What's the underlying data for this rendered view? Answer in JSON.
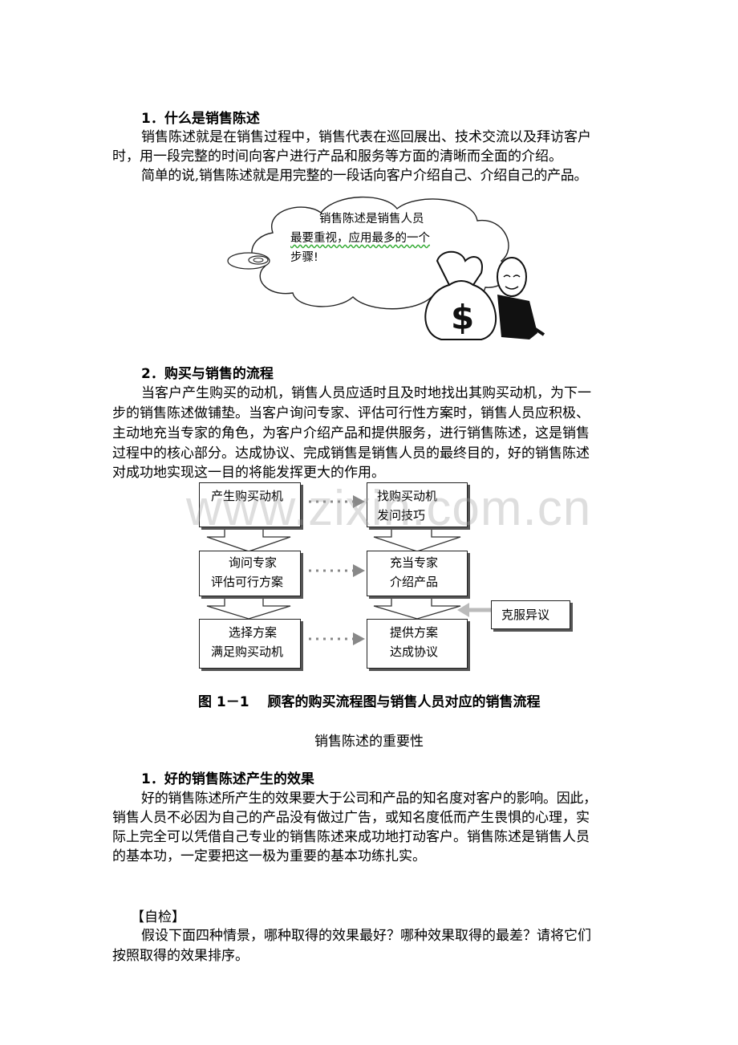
{
  "section1": {
    "heading": "1．什么是销售陈述",
    "para1_lines": [
      "销售陈述就是在销售过程中，销售代表在巡回展出、技术交流以及拜访客户",
      "时，用一段完整的时间向客户进行产品和服务等方面的清晰而全面的介绍。"
    ],
    "para2": "简单的说,销售陈述就是用完整的一段话向客户介绍自己、介绍自己的产品。",
    "cloud_lines": [
      "销售陈述是销售人员",
      "最要重视，应用最多的一个",
      "步骤!"
    ]
  },
  "section2": {
    "heading": "2．购买与销售的流程",
    "para_lines": [
      "当客户产生购买的动机，销售人员应适时且及时地找出其购买动机，为下一",
      "步的销售陈述做铺垫。当客户询问专家、评估可行性方案时，销售人员应积极、",
      "主动地充当专家的角色，为客户介绍产品和提供服务，进行销售陈述，这是销售",
      "过程中的核心部分。达成协议、完成销售是销售人员的最终目的，好的销售陈述",
      "对成功地实现这一目的将能发挥更大的作用。"
    ]
  },
  "flowchart": {
    "left": [
      [
        "产生购买动机"
      ],
      [
        "询问专家",
        "评估可行方案"
      ],
      [
        "选择方案",
        "满足购买动机"
      ]
    ],
    "right": [
      [
        "找购买动机",
        "发问技巧"
      ],
      [
        "充当专家",
        "介绍产品"
      ],
      [
        "提供方案",
        "达成协议"
      ]
    ],
    "side": "克服异议",
    "watermark": "www.zixin.com.cn"
  },
  "caption": "图 1－1　 顾客的购买流程图与销售人员对应的销售流程",
  "subtitle": "销售陈述的重要性",
  "section3": {
    "heading": "1．好的销售陈述产生的效果",
    "para_lines": [
      "好的销售陈述所产生的效果要大于公司和产品的知名度对客户的影响。因此，",
      "销售人员不必因为自己的产品没有做过广告，或知名度低而产生畏惧的心理，实",
      "际上完全可以凭借自己专业的销售陈述来成功地打动客户。销售陈述是销售人员",
      "的基本功，一定要把这一极为重要的基本功练扎实。"
    ]
  },
  "selfcheck": {
    "heading": "【自检】",
    "para_lines": [
      "假设下面四种情景，哪种取得的效果最好？哪种效果取得的最差？请将它们",
      "按照取得的效果排序。"
    ]
  }
}
